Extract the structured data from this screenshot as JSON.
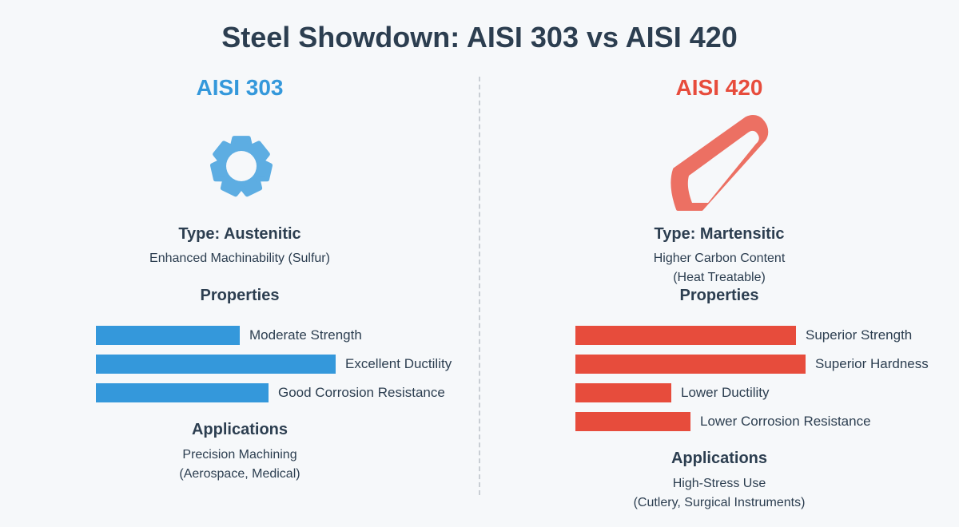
{
  "title": "Steel Showdown: AISI 303 vs AISI 420",
  "colors": {
    "left_accent": "#3498db",
    "right_accent": "#e74c3c",
    "left_icon": "#5dade2",
    "right_icon": "#ec7063",
    "text": "#2c3e50"
  },
  "left": {
    "name": "AISI 303",
    "icon": "gear-icon",
    "type": "Type: Austenitic",
    "desc_lines": [
      "Enhanced Machinability (Sulfur)"
    ],
    "properties_heading": "Properties",
    "properties": [
      {
        "label": "Moderate Strength",
        "level": 0.6
      },
      {
        "label": "Excellent Ductility",
        "level": 1.0
      },
      {
        "label": "Good Corrosion Resistance",
        "level": 0.72
      }
    ],
    "applications_heading": "Applications",
    "applications_lines": [
      "Precision Machining",
      "(Aerospace, Medical)"
    ]
  },
  "right": {
    "name": "AISI 420",
    "icon": "knife-blade-icon",
    "type": "Type: Martensitic",
    "desc_lines": [
      "Higher Carbon Content",
      "(Heat Treatable)"
    ],
    "properties_heading": "Properties",
    "properties": [
      {
        "label": "Superior Strength",
        "level": 0.92
      },
      {
        "label": "Superior Hardness",
        "level": 0.96
      },
      {
        "label": "Lower Ductility",
        "level": 0.4
      },
      {
        "label": "Lower Corrosion Resistance",
        "level": 0.48
      }
    ],
    "applications_heading": "Applications",
    "applications_lines": [
      "High-Stress Use",
      "(Cutlery, Surgical Instruments)"
    ]
  }
}
